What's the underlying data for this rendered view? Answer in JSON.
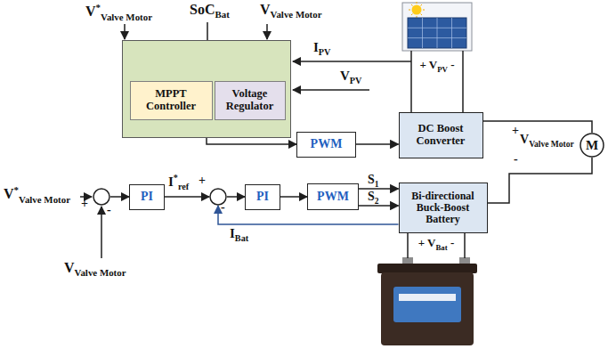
{
  "diagram": {
    "nodes": [
      {
        "text": []
      },
      {
        "text": [
          "MPPT Controller"
        ],
        "in": 0
      },
      {
        "text": [
          "Voltage Regulator"
        ],
        "in": 0
      },
      {
        "text": [
          "PWM"
        ]
      },
      {
        "text": [
          "DC Boost Converter"
        ]
      },
      {
        "text": [
          "M"
        ]
      },
      {
        "text": [
          "+",
          "-"
        ]
      },
      {
        "text": [
          "PI"
        ]
      },
      {
        "text": [
          "+",
          "-"
        ]
      },
      {
        "text": [
          "PI"
        ]
      },
      {
        "text": [
          "PWM"
        ]
      },
      {
        "text": [
          "Bi-directional Buck-Boost Battery"
        ]
      }
    ],
    "edges": [
      {
        "from": 0,
        "to": 3,
        "arrow": "to"
      },
      {
        "from": 3,
        "to": 4,
        "arrow": "to"
      },
      {
        "from": 4,
        "to": 5,
        "arrow": "none"
      },
      {
        "from": 11,
        "to": 5,
        "arrow": "none"
      },
      {
        "from": 6,
        "to": 7,
        "arrow": "to"
      },
      {
        "from": 7,
        "to": 8,
        "arrow": "to",
        "label": "I*ref"
      },
      {
        "from": 8,
        "to": 9,
        "arrow": "to"
      },
      {
        "from": 9,
        "to": 10,
        "arrow": "to"
      },
      {
        "from": 10,
        "to": 11,
        "arrow": "to",
        "label": "S1"
      },
      {
        "from": 10,
        "to": 11,
        "arrow": "to",
        "label": "S2"
      },
      {
        "from": 11,
        "to": 8,
        "arrow": "to",
        "label": "IBat"
      }
    ],
    "labels": [
      "V*Valve Motor",
      "SoCBat",
      "VValve Motor",
      "IPV",
      "VPV",
      "+ VPV -",
      "+",
      "VValve Motor",
      "-",
      "V*Valve Motor",
      "VValve Motor",
      "+ VBat -"
    ]
  }
}
